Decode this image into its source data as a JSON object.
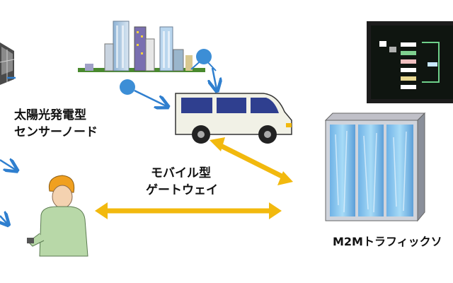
{
  "labels": {
    "solar_sensor_line1": "太陽光発電型",
    "solar_sensor_line2": "センサーノード",
    "mobile_gateway_line1": "モバイル型",
    "mobile_gateway_line2": "ゲートウェイ",
    "traffic_caption": "M2Mトラフィックソ"
  },
  "colors": {
    "arrow_blue": "#2f7fcf",
    "node_blue": "#3c8ed6",
    "arrow_yellow": "#f2b90e",
    "van_body": "#f1f1e6",
    "van_window": "#2f3f8f",
    "server_blue": "#86c8ef",
    "worker_shirt": "#b8d8a8",
    "helmet": "#f0a020",
    "monitor_frame": "#1c1c1c"
  },
  "icons": [
    "solar-panel-icon",
    "city-buildings-icon",
    "sensor-node-icon",
    "van-icon",
    "worker-icon",
    "server-rack-icon",
    "monitor-icon"
  ]
}
